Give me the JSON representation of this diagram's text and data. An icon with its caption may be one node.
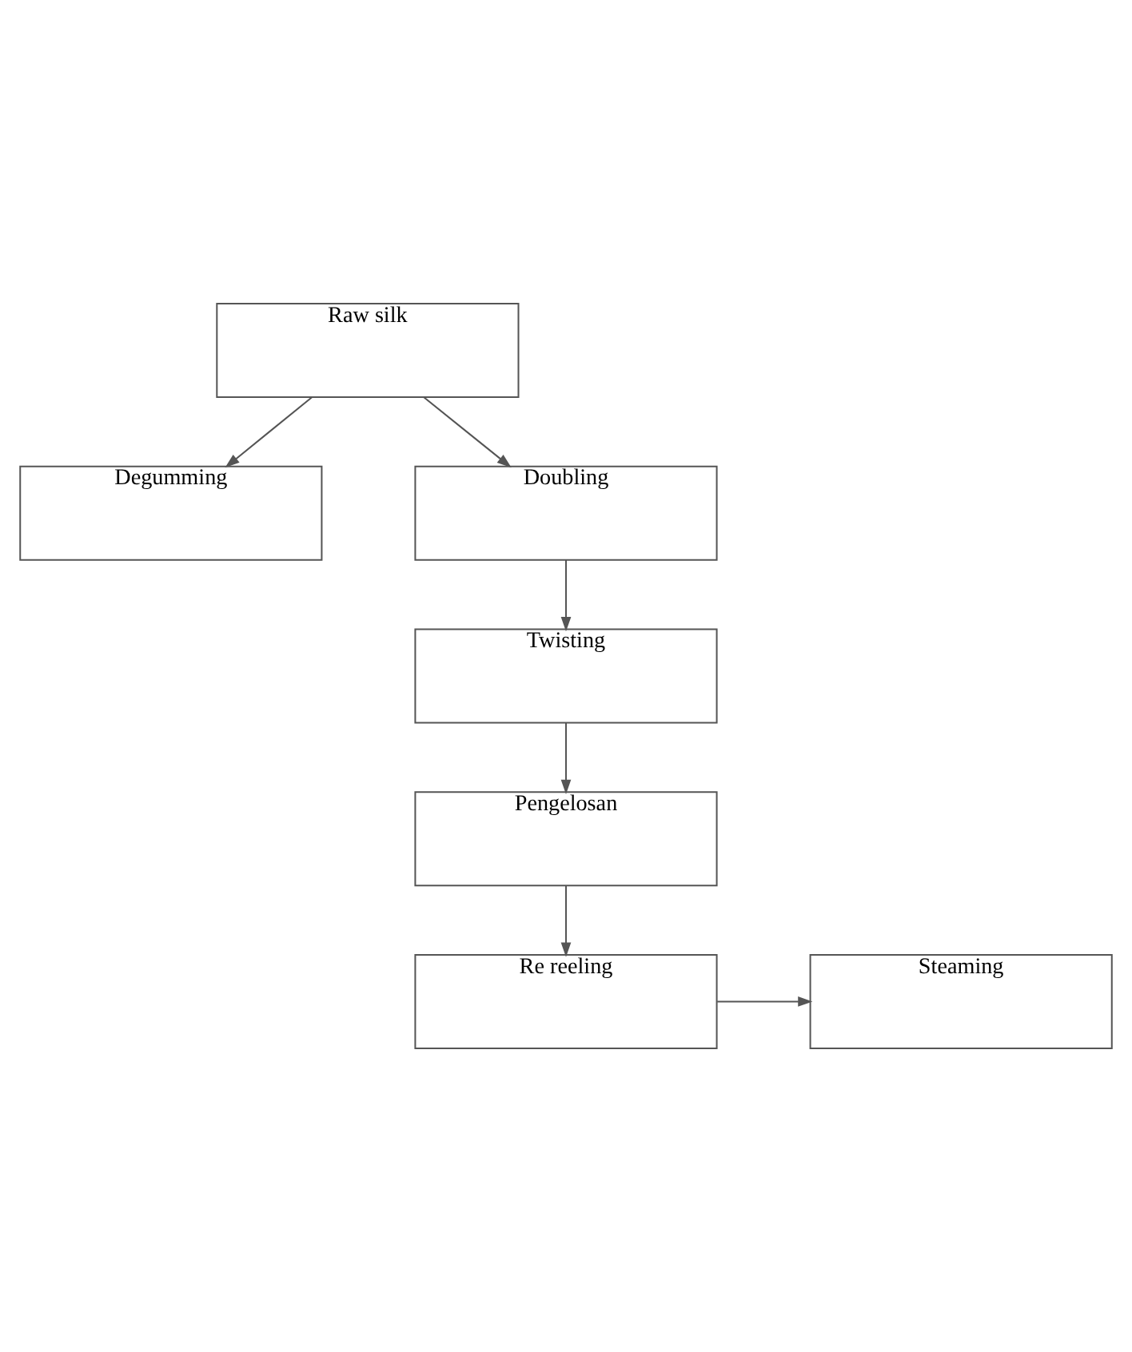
{
  "diagram": {
    "nodes": [
      {
        "text": [
          "Raw silk"
        ]
      },
      {
        "text": [
          "Degumming"
        ]
      },
      {
        "text": [
          "Doubling"
        ]
      },
      {
        "text": [
          "Twisting"
        ]
      },
      {
        "text": [
          "Pengelosan"
        ]
      },
      {
        "text": [
          "Re reeling"
        ]
      },
      {
        "text": [
          "Steaming"
        ]
      }
    ],
    "edges": [
      {
        "from": 0,
        "to": 1,
        "arrow": "to"
      },
      {
        "from": 0,
        "to": 2,
        "arrow": "to"
      },
      {
        "from": 2,
        "to": 3,
        "arrow": "to"
      },
      {
        "from": 3,
        "to": 4,
        "arrow": "to"
      },
      {
        "from": 4,
        "to": 5,
        "arrow": "to"
      },
      {
        "from": 5,
        "to": 6,
        "arrow": "to"
      }
    ]
  }
}
